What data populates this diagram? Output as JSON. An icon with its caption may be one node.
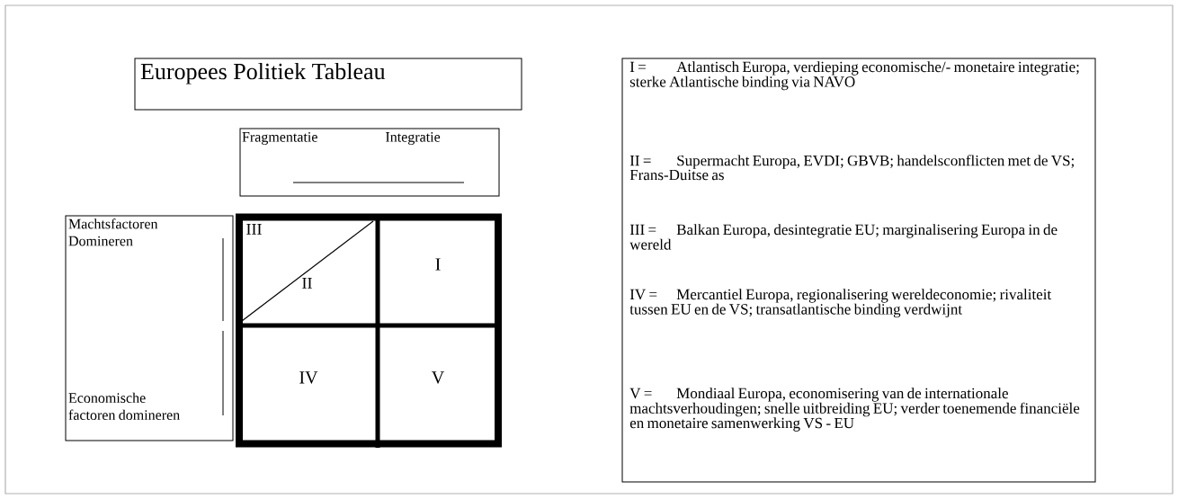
{
  "diagram": {
    "nodes": [
      {
        "text": [
          "Europees Politiek Tableau"
        ]
      },
      {
        "text": [
          "Fragmentatie",
          "Integratie"
        ]
      },
      {
        "text": [
          "Machtsfactoren Domineren",
          "Economische factoren domineren"
        ]
      },
      {
        "text": [],
        "shape": "box"
      },
      {
        "text": [
          "III",
          "II"
        ],
        "in": 3
      },
      {
        "text": [
          "I"
        ],
        "in": 3
      },
      {
        "text": [
          "IV"
        ],
        "in": 3
      },
      {
        "text": [
          "V"
        ],
        "in": 3
      },
      {
        "text": [],
        "shape": "box"
      },
      {
        "text": [
          "I =",
          "Atlantisch Europa, verdieping economische/- monetaire integratie;  sterke Atlantische binding via NAVO"
        ],
        "in": 8
      },
      {
        "text": [
          "II =",
          "Supermacht Europa,  EVDI; GBVB; handelsconflicten met de VS; Frans-Duitse as"
        ],
        "in": 8
      },
      {
        "text": [
          "III =",
          "Balkan Europa, desintegratie EU; marginalisering Europa in de wereld"
        ],
        "in": 8
      },
      {
        "text": [
          "IV =",
          "Mercantiel Europa,  regionalisering wereldeconomie; rivaliteit tussen EU en de VS; transatlantische binding verdwijnt"
        ],
        "in": 8
      },
      {
        "text": [
          "V =",
          "Mondiaal Europa,  economisering van de internationale machtsverhoudingen; snelle uitbreiding EU; verder toenemende financiële en monetaire samenwerking VS - EU"
        ],
        "in": 8
      }
    ]
  }
}
